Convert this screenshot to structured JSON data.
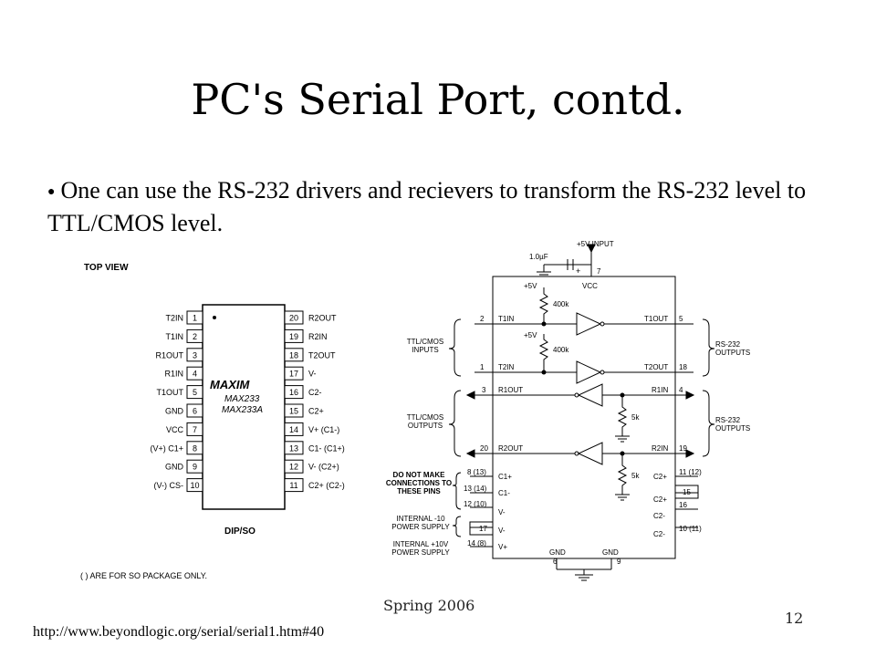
{
  "slide": {
    "title": "PC's Serial Port, contd.",
    "bullet": "One can use the RS-232 drivers and recievers to transform the RS-232 level to TTL/CMOS level.",
    "footer_center": "Spring 2006",
    "page_number": "12",
    "url": "http://www.beyondlogic.org/serial/serial1.htm#40"
  },
  "pinout": {
    "view_label": "TOP VIEW",
    "package_label": "DIP/SO",
    "footnote": "( ) ARE FOR SO PACKAGE ONLY.",
    "brand": "MAXIM",
    "part_1": "MAX233",
    "part_2": "MAX233A",
    "left_pins": [
      {
        "num": "1",
        "label": "T2IN"
      },
      {
        "num": "2",
        "label": "T1IN"
      },
      {
        "num": "3",
        "label": "R1OUT"
      },
      {
        "num": "4",
        "label": "R1IN"
      },
      {
        "num": "5",
        "label": "T1OUT"
      },
      {
        "num": "6",
        "label": "GND"
      },
      {
        "num": "7",
        "label": "VCC"
      },
      {
        "num": "8",
        "label": "(V+) C1+"
      },
      {
        "num": "9",
        "label": "GND"
      },
      {
        "num": "10",
        "label": "(V-) CS-"
      }
    ],
    "right_pins": [
      {
        "num": "20",
        "label": "R2OUT"
      },
      {
        "num": "19",
        "label": "R2IN"
      },
      {
        "num": "18",
        "label": "T2OUT"
      },
      {
        "num": "17",
        "label": "V-"
      },
      {
        "num": "16",
        "label": "C2-"
      },
      {
        "num": "15",
        "label": "C2+"
      },
      {
        "num": "14",
        "label": "V+ (C1-)"
      },
      {
        "num": "13",
        "label": "C1- (C1+)"
      },
      {
        "num": "12",
        "label": "V- (C2+)"
      },
      {
        "num": "11",
        "label": "C2+ (C2-)"
      }
    ]
  },
  "circuit": {
    "input_label": "+5V INPUT",
    "cap_label": "1.0µF",
    "vcc": "VCC",
    "plus5v_a": "+5V",
    "plus5v_b": "+5V",
    "res_400k_a": "400k",
    "res_400k_b": "400k",
    "res_5k_a": "5k",
    "res_5k_b": "5k",
    "ttl_inputs": "TTL/CMOS INPUTS",
    "ttl_outputs": "TTL/CMOS OUTPUTS",
    "rs232_outputs": "RS-232 OUTPUTS",
    "rs232_inputs": "RS-232 OUTPUTS",
    "no_connect": "DO NOT MAKE CONNECTIONS TO THESE PINS",
    "internal_neg": "INTERNAL -10 POWER SUPPLY",
    "internal_pos": "INTERNAL +10V POWER SUPPLY",
    "gnd_a": "GND",
    "gnd_b": "GND",
    "pin_labels": {
      "t1in": "T1IN",
      "t2in": "T2IN",
      "r1out": "R1OUT",
      "r2out": "R2OUT",
      "t1out": "T1OUT",
      "t2out": "T2OUT",
      "r1in": "R1IN",
      "r2in": "R2IN",
      "c1p": "C1+",
      "c1m": "C1-",
      "vm1": "V-",
      "vm2": "V-",
      "vp": "V+",
      "c2p1": "C2+",
      "c2p2": "C2+",
      "c2m1": "C2-",
      "c2m2": "C2-"
    },
    "pin_numbers": {
      "p7": "7",
      "p2": "2",
      "p1": "1",
      "p3": "3",
      "p20": "20",
      "p5": "5",
      "p18": "18",
      "p4": "4",
      "p19": "19",
      "p8": "8 (13)",
      "p13": "13 (14)",
      "p12": "12 (10)",
      "p17": "17",
      "p14": "14 (8)",
      "p11": "11 (12)",
      "p15": "15",
      "p16": "16",
      "p10": "10 (11)",
      "p6": "6",
      "p9": "9"
    }
  }
}
